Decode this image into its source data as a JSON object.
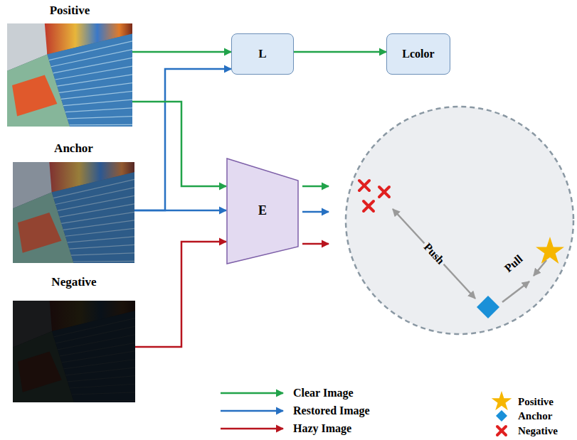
{
  "diagram": {
    "nodes": [
      {
        "text": [
          "Positive"
        ]
      },
      {
        "text": [
          "Anchor"
        ]
      },
      {
        "text": [
          "Negative"
        ]
      },
      {
        "text": [
          "L"
        ]
      },
      {
        "text": [
          "Lcolor"
        ]
      },
      {
        "text": [
          "E"
        ]
      }
    ],
    "edges": [
      {
        "from": 0,
        "to": 3,
        "arrow": "to"
      },
      {
        "from": 1,
        "to": 3,
        "arrow": "to"
      },
      {
        "from": 3,
        "to": 4,
        "arrow": "to"
      },
      {
        "from": 0,
        "to": 5,
        "arrow": "to"
      },
      {
        "from": 1,
        "to": 5,
        "arrow": "to"
      },
      {
        "from": 2,
        "to": 5,
        "arrow": "to"
      }
    ],
    "labels": [
      "Push",
      "Pull"
    ],
    "legend": [
      {
        "text": "Clear Image"
      },
      {
        "text": "Restored Image"
      },
      {
        "text": "Hazy Image"
      },
      {
        "text": "Positive"
      },
      {
        "text": "Anchor"
      },
      {
        "text": "Negative"
      }
    ]
  }
}
